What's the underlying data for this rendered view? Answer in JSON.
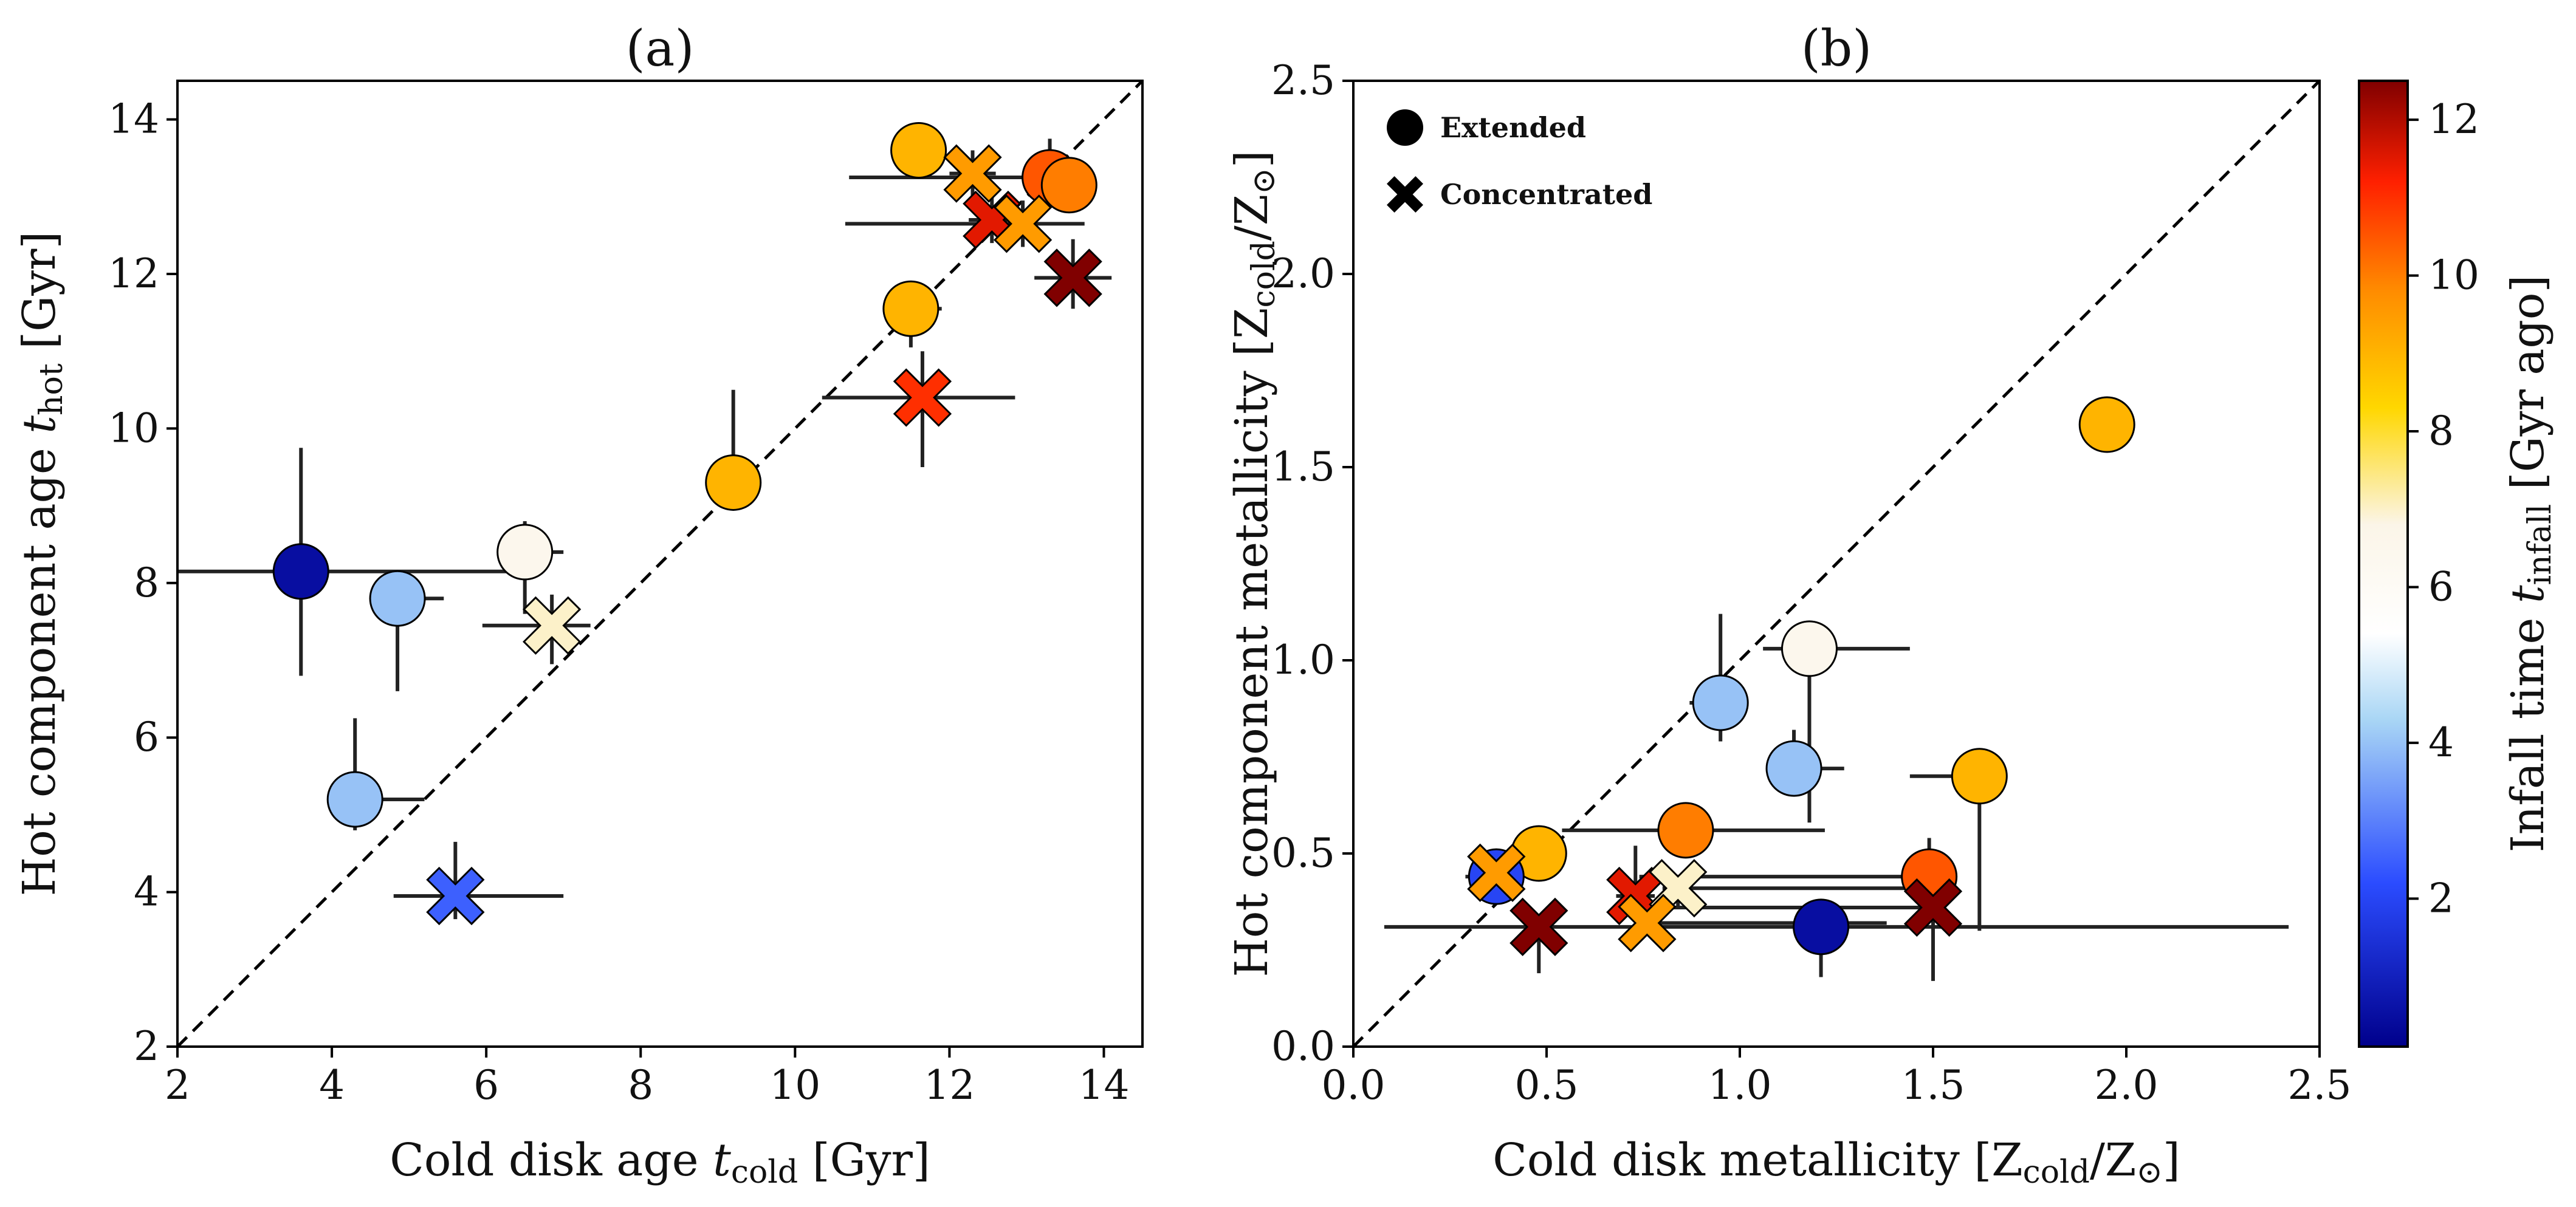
{
  "chart_data": [
    {
      "type": "scatter",
      "panel": "a",
      "title": "(a)",
      "xlabel": "Cold disk age t_cold [Gyr]",
      "ylabel": "Hot component age t_hot [Gyr]",
      "xlim": [
        2,
        14.5
      ],
      "ylim": [
        2,
        14.5
      ],
      "xticks": [
        "2",
        "4",
        "6",
        "8",
        "10",
        "12",
        "14"
      ],
      "yticks": [
        "2",
        "4",
        "6",
        "8",
        "10",
        "12",
        "14"
      ],
      "reference_line": "y = x (dashed)",
      "points": [
        {
          "x": 3.6,
          "y": 8.15,
          "xerr": [
            1.6,
            2.9
          ],
          "yerr": [
            1.35,
            1.6
          ],
          "marker": "circle",
          "t_infall": 0.5
        },
        {
          "x": 4.85,
          "y": 7.8,
          "xerr": [
            0.3,
            0.6
          ],
          "yerr": [
            1.2,
            0.3
          ],
          "marker": "circle",
          "t_infall": 4.0
        },
        {
          "x": 6.5,
          "y": 8.4,
          "xerr": [
            0.3,
            0.5
          ],
          "yerr": [
            0.8,
            0.4
          ],
          "marker": "circle",
          "t_infall": 6.5
        },
        {
          "x": 6.85,
          "y": 7.45,
          "xerr": [
            0.9,
            0.5
          ],
          "yerr": [
            0.5,
            0.4
          ],
          "marker": "x",
          "t_infall": 7.0
        },
        {
          "x": 4.3,
          "y": 5.2,
          "xerr": [
            0.3,
            0.9
          ],
          "yerr": [
            0.4,
            1.05
          ],
          "marker": "circle",
          "t_infall": 4.0
        },
        {
          "x": 5.6,
          "y": 3.95,
          "xerr": [
            0.8,
            1.4
          ],
          "yerr": [
            0.3,
            0.7
          ],
          "marker": "x",
          "t_infall": 2.5
        },
        {
          "x": 9.2,
          "y": 9.3,
          "xerr": [
            0.2,
            0.2
          ],
          "yerr": [
            0.3,
            1.2
          ],
          "marker": "circle",
          "t_infall": 9.0
        },
        {
          "x": 11.5,
          "y": 11.55,
          "xerr": [
            0.2,
            0.4
          ],
          "yerr": [
            0.5,
            0.3
          ],
          "marker": "circle",
          "t_infall": 9.0
        },
        {
          "x": 11.65,
          "y": 10.4,
          "xerr": [
            1.3,
            1.2
          ],
          "yerr": [
            0.9,
            0.6
          ],
          "marker": "x",
          "t_infall": 11.0
        },
        {
          "x": 11.6,
          "y": 13.6,
          "xerr": [
            0.3,
            0.3
          ],
          "yerr": [
            0.3,
            0.3
          ],
          "marker": "circle",
          "t_infall": 9.0
        },
        {
          "x": 12.3,
          "y": 13.3,
          "xerr": [
            0.3,
            0.3
          ],
          "yerr": [
            0.3,
            0.3
          ],
          "marker": "x",
          "t_infall": 9.5
        },
        {
          "x": 13.3,
          "y": 13.25,
          "xerr": [
            2.6,
            0.3
          ],
          "yerr": [
            0.3,
            0.5
          ],
          "marker": "circle",
          "t_infall": 10.5
        },
        {
          "x": 13.55,
          "y": 13.15,
          "xerr": [
            0.3,
            0.2
          ],
          "yerr": [
            0.3,
            0.3
          ],
          "marker": "circle",
          "t_infall": 10.0
        },
        {
          "x": 12.55,
          "y": 12.7,
          "xerr": [
            0.3,
            0.3
          ],
          "yerr": [
            0.3,
            0.3
          ],
          "marker": "x",
          "t_infall": 11.5
        },
        {
          "x": 12.95,
          "y": 12.65,
          "xerr": [
            2.3,
            0.8
          ],
          "yerr": [
            0.3,
            0.3
          ],
          "marker": "x",
          "t_infall": 9.5
        },
        {
          "x": 13.6,
          "y": 11.95,
          "xerr": [
            0.5,
            0.5
          ],
          "yerr": [
            0.4,
            0.5
          ],
          "marker": "x",
          "t_infall": 12.5
        }
      ]
    },
    {
      "type": "scatter",
      "panel": "b",
      "title": "(b)",
      "xlabel": "Cold disk metallicity [Z_cold/Z_⊙]",
      "ylabel": "Hot component metallicity [Z_cold/Z_⊙]",
      "xlim": [
        0,
        2.5
      ],
      "ylim": [
        0,
        2.5
      ],
      "xticks": [
        "0.0",
        "0.5",
        "1.0",
        "1.5",
        "2.0",
        "2.5"
      ],
      "yticks": [
        "0.0",
        "0.5",
        "1.0",
        "1.5",
        "2.0",
        "2.5"
      ],
      "reference_line": "y = x (dashed)",
      "legend": {
        "position": "top-left",
        "entries": [
          {
            "marker": "circle",
            "label": "Extended"
          },
          {
            "marker": "x",
            "label": "Concentrated"
          }
        ]
      },
      "points": [
        {
          "x": 1.95,
          "y": 1.61,
          "xerr": [
            0.02,
            0.02
          ],
          "yerr": [
            0.02,
            0.02
          ],
          "marker": "circle",
          "t_infall": 9.0
        },
        {
          "x": 1.18,
          "y": 1.03,
          "xerr": [
            0.12,
            0.26
          ],
          "yerr": [
            0.45,
            0.02
          ],
          "marker": "circle",
          "t_infall": 6.5
        },
        {
          "x": 0.95,
          "y": 0.89,
          "xerr": [
            0.08,
            0.02
          ],
          "yerr": [
            0.1,
            0.23
          ],
          "marker": "circle",
          "t_infall": 4.0
        },
        {
          "x": 1.14,
          "y": 0.72,
          "xerr": [
            0.06,
            0.13
          ],
          "yerr": [
            0.02,
            0.1
          ],
          "marker": "circle",
          "t_infall": 4.0
        },
        {
          "x": 1.62,
          "y": 0.7,
          "xerr": [
            0.18,
            0.02
          ],
          "yerr": [
            0.4,
            0.02
          ],
          "marker": "circle",
          "t_infall": 9.0
        },
        {
          "x": 0.48,
          "y": 0.5,
          "xerr": [
            0.02,
            0.02
          ],
          "yerr": [
            0.05,
            0.02
          ],
          "marker": "circle",
          "t_infall": 9.0
        },
        {
          "x": 0.86,
          "y": 0.56,
          "xerr": [
            0.32,
            0.36
          ],
          "yerr": [
            0.03,
            0.02
          ],
          "marker": "circle",
          "t_infall": 10.0
        },
        {
          "x": 1.49,
          "y": 0.44,
          "xerr": [
            0.75,
            0.02
          ],
          "yerr": [
            0.03,
            0.1
          ],
          "marker": "circle",
          "t_infall": 10.5
        },
        {
          "x": 0.37,
          "y": 0.44,
          "xerr": [
            0.08,
            0.02
          ],
          "yerr": [
            0.02,
            0.02
          ],
          "marker": "circle",
          "t_infall": 2.0
        },
        {
          "x": 0.37,
          "y": 0.45,
          "xerr": [
            0.05,
            0.02
          ],
          "yerr": [
            0.02,
            0.02
          ],
          "marker": "x",
          "t_infall": 9.5
        },
        {
          "x": 0.73,
          "y": 0.39,
          "xerr": [
            0.05,
            0.05
          ],
          "yerr": [
            0.02,
            0.13
          ],
          "marker": "x",
          "t_infall": 11.5
        },
        {
          "x": 0.84,
          "y": 0.41,
          "xerr": [
            0.04,
            0.72
          ],
          "yerr": [
            0.05,
            0.02
          ],
          "marker": "x",
          "t_infall": 7.0
        },
        {
          "x": 1.5,
          "y": 0.36,
          "xerr": [
            0.7,
            0.02
          ],
          "yerr": [
            0.19,
            0.02
          ],
          "marker": "x",
          "t_infall": 12.5
        },
        {
          "x": 0.76,
          "y": 0.32,
          "xerr": [
            0.03,
            0.62
          ],
          "yerr": [
            0.02,
            0.02
          ],
          "marker": "x",
          "t_infall": 9.5
        },
        {
          "x": 1.21,
          "y": 0.31,
          "xerr": [
            1.13,
            1.21
          ],
          "yerr": [
            0.13,
            0.02
          ],
          "marker": "circle",
          "t_infall": 0.5
        },
        {
          "x": 0.48,
          "y": 0.31,
          "xerr": [
            0.02,
            0.02
          ],
          "yerr": [
            0.12,
            0.02
          ],
          "marker": "x",
          "t_infall": 12.5
        }
      ]
    }
  ],
  "colorbar": {
    "label": "Infall time t_infall [Gyr ago]",
    "range": [
      0.1,
      12.5
    ],
    "ticks": [
      "2",
      "4",
      "6",
      "8",
      "10",
      "12"
    ],
    "stops": [
      {
        "v": 0.1,
        "c": "#00008b"
      },
      {
        "v": 2.2,
        "c": "#2b4cff"
      },
      {
        "v": 4.3,
        "c": "#a9d6f5"
      },
      {
        "v": 5.4,
        "c": "#ffffff"
      },
      {
        "v": 6.8,
        "c": "#fbf5e8"
      },
      {
        "v": 8.3,
        "c": "#ffd700"
      },
      {
        "v": 9.8,
        "c": "#ff8c00"
      },
      {
        "v": 11.2,
        "c": "#ff2000"
      },
      {
        "v": 12.5,
        "c": "#800000"
      }
    ]
  }
}
